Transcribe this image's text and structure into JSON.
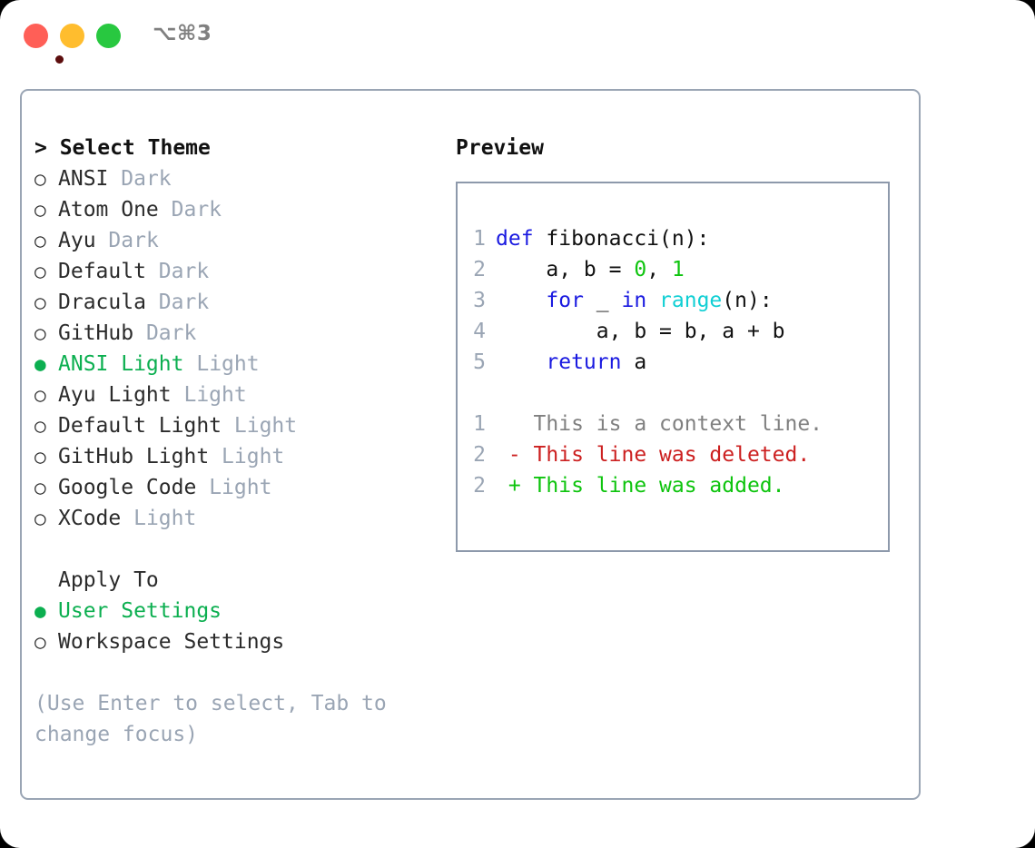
{
  "titlebar": {
    "shortcut": "⌥⌘3",
    "buttons": [
      {
        "name": "close",
        "color": "#ff5f57"
      },
      {
        "name": "minimize",
        "color": "#ffbd2e"
      },
      {
        "name": "maximize",
        "color": "#28c840"
      }
    ]
  },
  "theme_panel": {
    "header": "> Select Theme",
    "items": [
      {
        "marker": "○",
        "label": "ANSI",
        "suffix": "Dark",
        "selected": false
      },
      {
        "marker": "○",
        "label": "Atom One",
        "suffix": "Dark",
        "selected": false
      },
      {
        "marker": "○",
        "label": "Ayu",
        "suffix": "Dark",
        "selected": false
      },
      {
        "marker": "○",
        "label": "Default",
        "suffix": "Dark",
        "selected": false
      },
      {
        "marker": "○",
        "label": "Dracula",
        "suffix": "Dark",
        "selected": false
      },
      {
        "marker": "○",
        "label": "GitHub",
        "suffix": "Dark",
        "selected": false
      },
      {
        "marker": "●",
        "label": "ANSI Light",
        "suffix": "Light",
        "selected": true
      },
      {
        "marker": "○",
        "label": "Ayu Light",
        "suffix": "Light",
        "selected": false
      },
      {
        "marker": "○",
        "label": "Default Light",
        "suffix": "Light",
        "selected": false
      },
      {
        "marker": "○",
        "label": "GitHub Light",
        "suffix": "Light",
        "selected": false
      },
      {
        "marker": "○",
        "label": "Google Code",
        "suffix": "Light",
        "selected": false
      },
      {
        "marker": "○",
        "label": "XCode",
        "suffix": "Light",
        "selected": false
      }
    ]
  },
  "apply_to": {
    "title": "Apply To",
    "items": [
      {
        "marker": "●",
        "label": "User Settings",
        "selected": true
      },
      {
        "marker": "○",
        "label": "Workspace Settings",
        "selected": false
      }
    ]
  },
  "hint": "(Use Enter to select, Tab to change focus)",
  "preview": {
    "header": "Preview",
    "code_lines": [
      {
        "num": "1",
        "tokens": [
          {
            "t": "def",
            "c": "kw"
          },
          {
            "t": " fibonacci(n):",
            "c": "id"
          }
        ]
      },
      {
        "num": "2",
        "tokens": [
          {
            "t": "    a, b = ",
            "c": "id"
          },
          {
            "t": "0",
            "c": "num"
          },
          {
            "t": ", ",
            "c": "id"
          },
          {
            "t": "1",
            "c": "num"
          }
        ]
      },
      {
        "num": "3",
        "tokens": [
          {
            "t": "    ",
            "c": "id"
          },
          {
            "t": "for",
            "c": "kw"
          },
          {
            "t": " _ ",
            "c": "id"
          },
          {
            "t": "in",
            "c": "kw"
          },
          {
            "t": " ",
            "c": "id"
          },
          {
            "t": "range",
            "c": "fn"
          },
          {
            "t": "(n):",
            "c": "id"
          }
        ]
      },
      {
        "num": "4",
        "tokens": [
          {
            "t": "        a, b = b, a + b",
            "c": "id"
          }
        ]
      },
      {
        "num": "5",
        "tokens": [
          {
            "t": "    ",
            "c": "id"
          },
          {
            "t": "return",
            "c": "kw"
          },
          {
            "t": " a",
            "c": "id"
          }
        ]
      }
    ],
    "diff_lines": [
      {
        "num": "1",
        "marker": " ",
        "text": "This is a context line.",
        "kind": "context"
      },
      {
        "num": "2",
        "marker": "-",
        "text": "This line was deleted.",
        "kind": "del"
      },
      {
        "num": "2",
        "marker": "+",
        "text": "This line was added.",
        "kind": "add"
      }
    ]
  },
  "colors": {
    "selected_green": "#0caf50",
    "muted_gray": "#9aa5b4",
    "keyword_blue": "#1a1ae0",
    "function_cyan": "#11cfd4",
    "number_green": "#0ec40e",
    "diff_red": "#cc2020",
    "diff_green": "#0ec40e",
    "border": "#9aa5b4"
  }
}
